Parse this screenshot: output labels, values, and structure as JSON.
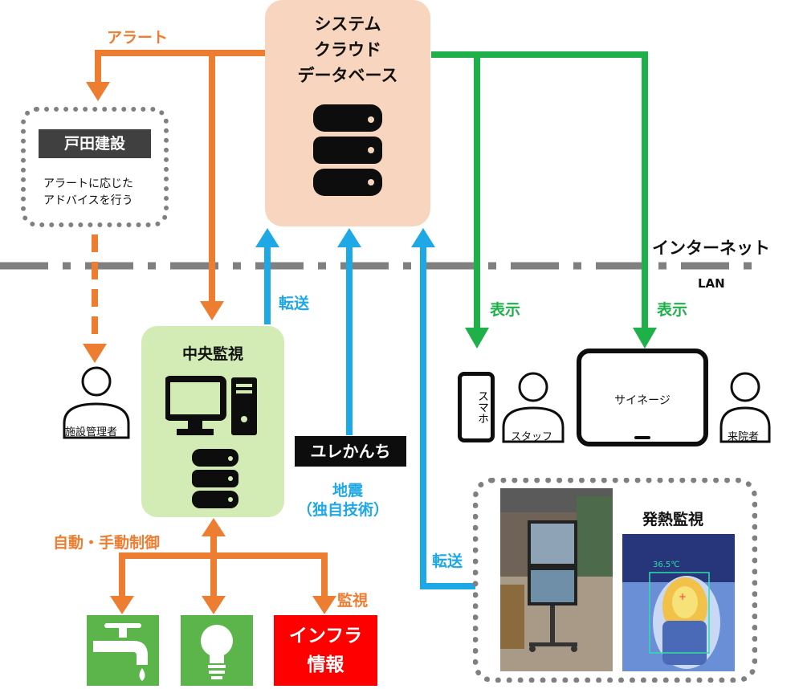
{
  "cloud": {
    "title_lines": [
      "システム",
      "クラウド",
      "データベース"
    ],
    "icon": "database-icon"
  },
  "central": {
    "title": "中央監視",
    "icons": [
      "desktop-computer-icon",
      "database-icon"
    ]
  },
  "toda": {
    "name": "戸田建設",
    "desc_line1": "アラートに応じた",
    "desc_line2": "アドバイスを行う"
  },
  "labels": {
    "alert": "アラート",
    "transfer_top": "転送",
    "transfer_bottom": "転送",
    "display_left": "表示",
    "display_right": "表示",
    "internet": "インターネット",
    "lan": "LAN",
    "auto_control": "自動・手動制御",
    "monitor": "監視",
    "earthquake_line1": "地震",
    "earthquake_line2": "（独自技術）"
  },
  "yure": {
    "label": "ユレかんち"
  },
  "persons": {
    "facility_manager": "施設管理者",
    "staff": "スタッフ",
    "visitor": "来院者"
  },
  "devices": {
    "phone": "スマホ",
    "signage": "サイネージ"
  },
  "infra": {
    "line1": "インフラ",
    "line2": "情報"
  },
  "tiles": [
    "faucet-icon",
    "light-bulb-icon"
  ],
  "heat": {
    "title": "発熱監視",
    "temp_readout": "36.5℃"
  },
  "colors": {
    "orange": "#ed7d31",
    "green": "#1fb04a",
    "blue": "#1ea8e6",
    "gray": "#808080",
    "red": "#ff0000",
    "tile_green": "#5cb54a"
  }
}
